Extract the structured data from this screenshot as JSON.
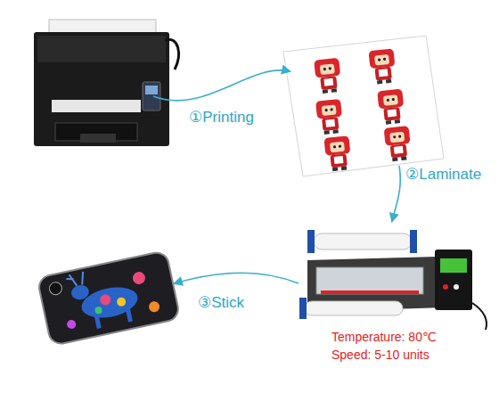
{
  "diagram": {
    "labels": [
      "①Printing",
      "②Laminate",
      "③Stick",
      "Temperature: 80℃",
      "Speed: 5-10 units"
    ]
  }
}
